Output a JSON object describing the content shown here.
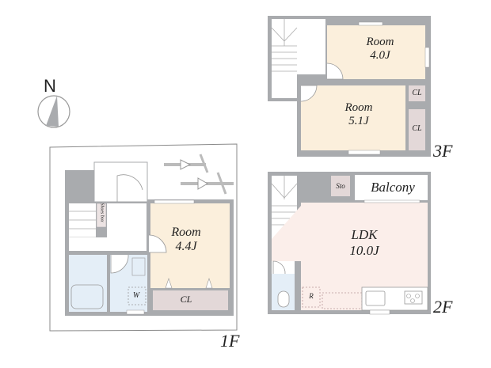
{
  "compass": {
    "label": "N"
  },
  "floors": {
    "f1": {
      "label": "1F",
      "rooms": [
        {
          "name": "Room",
          "size": "4.4J"
        }
      ],
      "closet": "CL",
      "shoe_box": "Shoes box",
      "washer": "W"
    },
    "f2": {
      "label": "2F",
      "ldk": {
        "name": "LDK",
        "size": "10.0J"
      },
      "balcony": "Balcony",
      "storage": "Sto",
      "fridge": "R"
    },
    "f3": {
      "label": "3F",
      "rooms": [
        {
          "name": "Room",
          "size": "4.0J"
        },
        {
          "name": "Room",
          "size": "5.1J"
        }
      ],
      "closets": [
        "CL",
        "CL"
      ]
    }
  },
  "colors": {
    "wall": "#a9abae",
    "room_beige": "#fbefdc",
    "ldk_pink": "#fbeeea",
    "wet_blue": "#e4eef7",
    "closet_mauve": "#e3d8d8",
    "lot_line": "#9a9a9a"
  }
}
